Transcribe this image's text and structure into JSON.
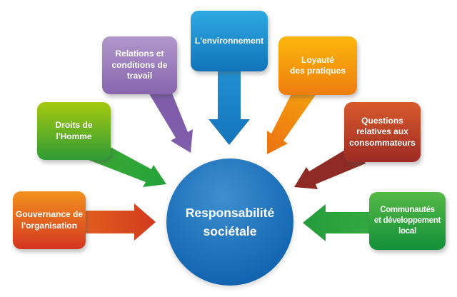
{
  "diagram": {
    "background_color": "#FFFFFF",
    "center": {
      "label": "Responsabilité\nsociétale",
      "color_top": "#3F8FD0",
      "color_bottom": "#0D57A6",
      "text_color": "#FFFFFF"
    },
    "nodes": [
      {
        "id": "gouvernance-organisation",
        "label": "Gouvernance de\nl'organisation",
        "color_top": "#F2921E",
        "color_bottom": "#D43520",
        "arrow_color": "#D84C1F",
        "arrow_direction": "right"
      },
      {
        "id": "droits-homme",
        "label": "Droits de\nl'Homme",
        "color_top": "#A6C90F",
        "color_bottom": "#2E9B36",
        "arrow_color": "#2CA33B",
        "arrow_direction": "down-right"
      },
      {
        "id": "relations-conditions-travail",
        "label": "Relations et\nconditions de\ntravail",
        "color_top": "#B198CB",
        "color_bottom": "#8765AF",
        "arrow_color": "#7F5DAA",
        "arrow_direction": "down-right"
      },
      {
        "id": "environnement",
        "label": "L'environnement",
        "color_top": "#2FA9E2",
        "color_bottom": "#1173B9",
        "arrow_color": "#1B84C7",
        "arrow_direction": "down"
      },
      {
        "id": "loyaute-pratiques",
        "label": "Loyauté\ndes pratiques",
        "color_top": "#FBB70B",
        "color_bottom": "#EE7D10",
        "arrow_color": "#F0880F",
        "arrow_direction": "down-left"
      },
      {
        "id": "questions-consommateurs",
        "label": "Questions\nrelatives aux\nconsommateurs",
        "color_top": "#D85A2C",
        "color_bottom": "#9C2B23",
        "arrow_color": "#8D2B24",
        "arrow_direction": "down-left"
      },
      {
        "id": "communautes-developpement-local",
        "label": "Communautés\net développement\nlocal",
        "color_top": "#55B946",
        "color_bottom": "#129039",
        "arrow_color": "#2DA33D",
        "arrow_direction": "left"
      }
    ]
  }
}
